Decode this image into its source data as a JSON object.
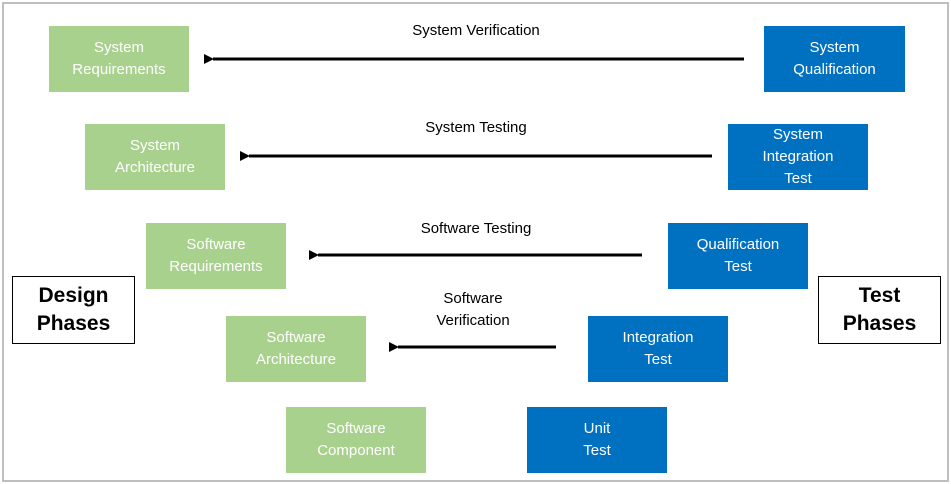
{
  "colors": {
    "design_box": "#a9d18e",
    "test_box": "#0070c0",
    "box_text": "#ffffff",
    "arrow": "#000000",
    "frame_border": "#bfbfbf"
  },
  "labels": {
    "design_phases": "Design\nPhases",
    "test_phases": "Test\nPhases"
  },
  "design_boxes": [
    {
      "label": "System\nRequirements"
    },
    {
      "label": "System\nArchitecture"
    },
    {
      "label": "Software\nRequirements"
    },
    {
      "label": "Software\nArchitecture"
    },
    {
      "label": "Software\nComponent"
    }
  ],
  "test_boxes": [
    {
      "label": "System\nQualification"
    },
    {
      "label": "System\nIntegration\nTest"
    },
    {
      "label": "Qualification\nTest"
    },
    {
      "label": "Integration\nTest"
    },
    {
      "label": "Unit\nTest"
    }
  ],
  "arrows": [
    {
      "label": "System Verification"
    },
    {
      "label": "System Testing"
    },
    {
      "label": "Software Testing"
    },
    {
      "label": "Software\nVerification"
    }
  ]
}
